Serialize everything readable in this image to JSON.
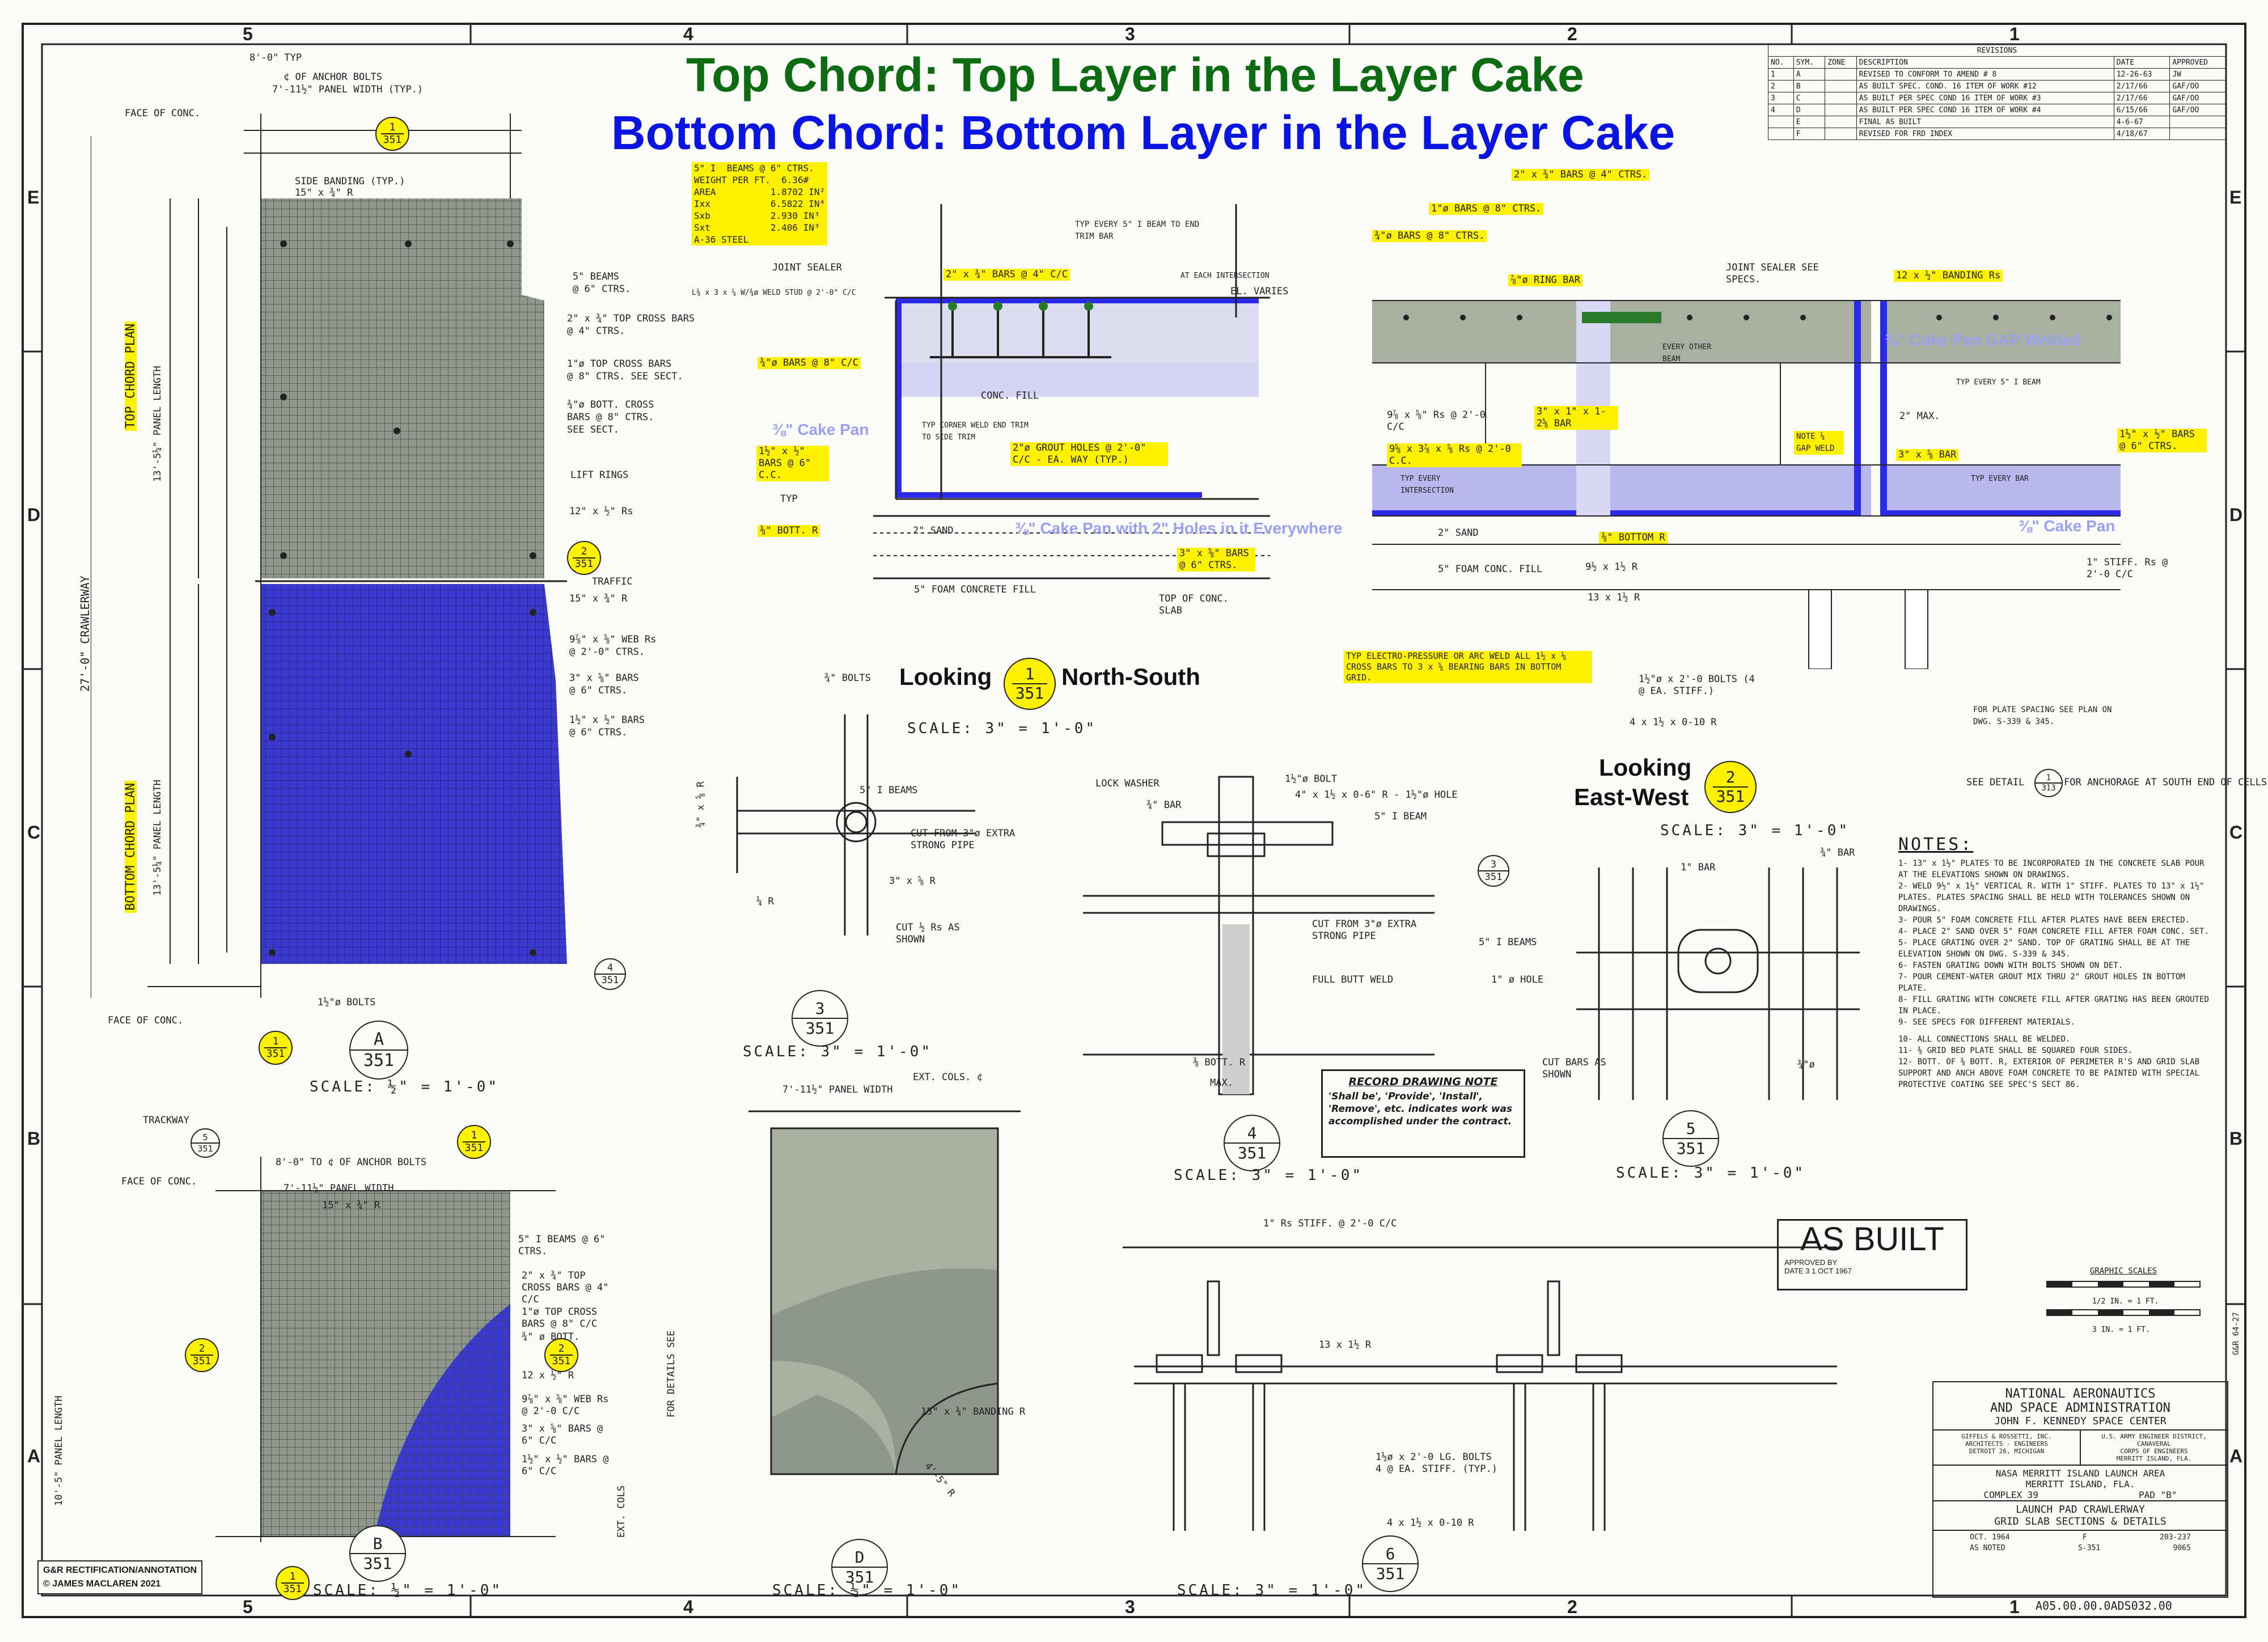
{
  "header": {
    "title_top": "Top Chord: Top Layer in the Layer Cake",
    "title_bottom": "Bottom Chord: Bottom Layer in the Layer Cake",
    "title_top_color": "#0d6b12",
    "title_bottom_color": "#0a14e0"
  },
  "zones": {
    "columns": [
      "5",
      "4",
      "3",
      "2",
      "1"
    ],
    "rows": [
      "E",
      "D",
      "C",
      "B",
      "A"
    ]
  },
  "revisions": {
    "title": "REVISIONS",
    "headers": [
      "NO.",
      "SYM.",
      "ZONE",
      "DESCRIPTION",
      "DATE",
      "APPROVED"
    ],
    "rows": [
      [
        "1",
        "A",
        "",
        "REVISED TO CONFORM TO AMEND # 8",
        "12-26-63",
        "JW"
      ],
      [
        "2",
        "B",
        "",
        "AS BUILT SPEC. COND. 16 ITEM OF WORK #12",
        "2/17/66",
        "GAF/OO"
      ],
      [
        "3",
        "C",
        "",
        "AS BUILT PER SPEC COND 16 ITEM OF WORK #3",
        "2/17/66",
        "GAF/OO"
      ],
      [
        "4",
        "D",
        "",
        "AS BUILT PER SPEC COND 16 ITEM OF WORK #4",
        "6/15/66",
        "GAF/OO"
      ],
      [
        "",
        "E",
        "",
        "FINAL AS BUILT",
        "4-6-67",
        ""
      ],
      [
        "",
        "F",
        "",
        "REVISED FOR FRD INDEX",
        "4/18/67",
        ""
      ]
    ]
  },
  "plan_a": {
    "dim_top": "8'-0\" TYP",
    "anchor": "¢ OF ANCHOR BOLTS",
    "panel_width": "7'-11½\" PANEL WIDTH (TYP.)",
    "face_conc": "FACE OF CONC.",
    "side_banding": "SIDE BANDING (TYP.)",
    "side_banding2": "15\" x ¾\" R",
    "top_label": "TOP CHORD PLAN",
    "bottom_label": "BOTTOM CHORD PLAN",
    "top_len": "13'-5¼\" PANEL LENGTH",
    "bottom_len": "13'-5¼\" PANEL LENGTH",
    "crawler": "27'-0\"  CRAWLERWAY",
    "notes": [
      "5\" BEAMS",
      "@ 6\" CTRS.",
      "2\" x ¾\" TOP CROSS BARS",
      "@ 4\" CTRS.",
      "1\"ø TOP CROSS BARS",
      "@ 8\" CTRS. SEE SECT.",
      "¾\"ø BOTT. CROSS",
      "BARS @ 8\" CTRS.",
      "SEE SECT.",
      "LIFT RINGS",
      "12\" x ½\" Rs"
    ],
    "traffic": "TRAFFIC",
    "traffic_plate": "15\" x ¾\" R",
    "bottom_notes": [
      "9⅞\" x ⅝\" WEB Rs",
      "@ 2'-0\" CTRS.",
      "3\" x ⅝\" BARS",
      "@ 6\" CTRS.",
      "1½\" x ½\" BARS",
      "@ 6\" CTRS."
    ],
    "bolts": "1½\"ø BOLTS",
    "face_conc_bottom": "FACE OF CONC.",
    "scale": "SCALE: ½\" = 1'-0\""
  },
  "section_1": {
    "beam_spec": [
      "5\" I  BEAMS @ 6\" CTRS.",
      "WEIGHT PER FT.  6.36#",
      "AREA          1.8702 IN²",
      "Ixx           6.5822 IN⁴",
      "Sxb           2.930 IN³",
      "Sxt           2.406 IN³",
      "A-36 STEEL"
    ],
    "labels": {
      "joint_sealer": "JOINT SEALER",
      "weld_stud": "L¾ x 3 x ¼ W/¾ø WELD STUD @ 2'-0\" C/C",
      "typ_every": "TYP EVERY 5\" I BEAM TO END TRIM BAR",
      "bars_4": "2\" x ¾\" BARS @ 4\" C/C",
      "each_intersection": "AT EACH INTERSECTION",
      "el_varies": "EL. VARIES",
      "bars_8": "¾\"ø BARS @ 8\" C/C",
      "conc_fill": "CONC. FILL",
      "corner_weld": "TYP CORNER WELD END TRIM TO SIDE TRIM",
      "cake_pan": "⅜\" Cake Pan",
      "grout_holes": "2\"ø GROUT HOLES @ 2'-0\" C/C - EA. WAY (TYP.)",
      "bars_half": "1½\" x ½\" BARS @ 6\" C.C.",
      "typ": "TYP",
      "bott_plate": "⅜\" BOTT. R",
      "sand": "2\" SAND",
      "cake_pan_holes": "⅜\" Cake Pan with 2\" Holes in it Everywhere",
      "bars_3x58": "3\" x ⅝\" BARS @ 6\" CTRS.",
      "foam": "5\" FOAM CONCRETE FILL",
      "top_slab": "TOP OF CONC. SLAB",
      "looking": "Looking",
      "direction": "North-South",
      "scale": "SCALE: 3\" = 1'-0\""
    }
  },
  "section_2": {
    "labels": {
      "bars_4": "2\" x ¾\" BARS @ 4\" CTRS.",
      "bars_1": "1\"ø BARS @ 8\" CTRS.",
      "bars_34": "¾\"ø BARS @ 8\" CTRS.",
      "ring_bar": "⅞\"ø RING BAR",
      "joint_sealer": "JOINT SEALER SEE SPECS.",
      "banding": "12 x ½\" BANDING Rs",
      "cake_pan_gap": "⅜\" Cake Pan GAP Welded",
      "every_other": "EVERY OTHER BEAM",
      "typ_every_beam": "TYP EVERY 5\" I BEAM",
      "web": "9⅞ x ⅝\" Rs @ 2'-0 C/C",
      "bar_3": "3\" x 1\" x 1-2⅝ BAR",
      "stiff": "9⅝ x 3⅞ x ⅝ Rs @ 2'-0 C.C.",
      "typ_every_int": "TYP EVERY INTERSECTION",
      "note_gap": "NOTE ¼ GAP WELD",
      "max": "2\" MAX.",
      "bars_3x58": "3\" x ⅝ BAR",
      "bars_half": "1½\" x ½\" BARS @ 6\" CTRS.",
      "typ_every_bar": "TYP EVERY BAR",
      "sand": "2\" SAND",
      "bott_plate": "⅜\" BOTTOM R",
      "cake_pan": "⅜\" Cake Pan",
      "foam": "5\" FOAM CONC. FILL",
      "stiff_rs": "1\" STIFF. Rs @ 2'-0 C/C",
      "plate_13": "13 x 1½ R",
      "plate_9": "9½ x 1½ R",
      "weld_note": "TYP ELECTRO-PRESSURE OR ARC WELD ALL 1½ x ⅛ CROSS BARS TO 3 x ⅝ BEARING BARS IN BOTTOM GRID.",
      "bolts": "1½\"ø x 2'-0 BOLTS (4 @ EA. STIFF.)",
      "plate_4": "4 x 1½ x 0-10 R",
      "plate_spacing": "FOR PLATE SPACING SEE PLAN ON DWG. S-339 & 345.",
      "anchorage": "SEE DETAIL",
      "anchorage2": "FOR ANCHORAGE AT SOUTH END OF CELLS.",
      "looking": "Looking",
      "direction": "East-West",
      "scale": "SCALE: 3\" = 1'-0\""
    }
  },
  "detail_3": {
    "labels": [
      "¾\" BOLTS",
      "5\" I BEAMS",
      "CUT FROM 3\"ø EXTRA STRONG PIPE",
      "3\" x ⅝ R",
      "CUT ½ Rs AS SHOWN",
      "¼ R",
      "¾\" x ⅝ R"
    ],
    "scale": "SCALE: 3\" = 1'-0\""
  },
  "detail_4": {
    "labels": [
      "LOCK WASHER",
      "¾\" BAR",
      "1½\"ø BOLT",
      "4\" x 1½ x 0-6\" R - 1½\"ø HOLE",
      "5\" I BEAM",
      "CUT FROM 3\"ø EXTRA STRONG PIPE",
      "FULL BUTT WELD",
      "⅜ BOTT. R",
      "MAX."
    ],
    "scale": "SCALE: 3\" = 1'-0\""
  },
  "detail_5": {
    "labels": [
      "¾\" BAR",
      "1\" BAR",
      "5\" I BEAMS",
      "1\" ø HOLE",
      "CUT BARS AS SHOWN",
      "¾\"ø"
    ],
    "scale": "SCALE: 3\" = 1'-0\""
  },
  "detail_6": {
    "labels": [
      "1\" Rs STIFF. @ 2'-0 C/C",
      "13 x 1½ R",
      "1½ø x 2'-0 LG. BOLTS 4 @ EA. STIFF. (TYP.)",
      "4 x 1½ x 0-10 R"
    ],
    "scale": "SCALE: 3\" = 1'-0\""
  },
  "plan_b": {
    "trackway": "TRACKWAY",
    "anchor": "8'-0\" TO ¢ OF ANCHOR BOLTS",
    "panel_width": "7'-11½\" PANEL WIDTH",
    "plate": "15\" x ¾\" R",
    "face_conc": "FACE OF CONC.",
    "notes": [
      "5\" I BEAMS @ 6\" CTRS.",
      "2\" x ¾\" TOP CROSS BARS @ 4\" C/C",
      "1\"ø TOP CROSS BARS @ 8\" C/C",
      "¾\" ø BOTT.",
      "12 x ½\" R",
      "9⅞\" x ⅝\" WEB Rs @ 2'-0 C/C",
      "3\" x ⅝\" BARS @ 6\" C/C",
      "1½\" x ½\" BARS @ 6\" C/C"
    ],
    "panel_len": "10'-5\" PANEL LENGTH",
    "scale": "SCALE: ½\" = 1'-0\""
  },
  "plan_d": {
    "ext_cols": "EXT. COLS. ¢",
    "panel_width": "7'-11½\" PANEL WIDTH",
    "banding": "15\" x ¾\" BANDING R",
    "for_details": "FOR DETAILS SEE",
    "ext_cols2": "EXT. COLS",
    "radius": "4'-5\" R",
    "scale": "SCALE: ½\" = 1'-0\""
  },
  "record_note": {
    "title": "RECORD DRAWING NOTE",
    "body": "'Shall be', 'Provide', 'Install', 'Remove', etc. indicates work was accomplished under the contract."
  },
  "notes": {
    "title": "NOTES:",
    "items": [
      "1- 13\" x 1½\" PLATES TO BE INCORPORATED IN THE CONCRETE SLAB POUR AT THE ELEVATIONS SHOWN ON DRAWINGS.",
      "2- WELD 9½\" x 1½\" VERTICAL R. WITH 1\" STIFF. PLATES TO 13\" x 1½\" PLATES. PLATES SPACING SHALL BE HELD WITH TOLERANCES SHOWN ON DRAWINGS.",
      "3- POUR 5\" FOAM CONCRETE FILL AFTER PLATES HAVE BEEN ERECTED.",
      "4- PLACE 2\" SAND OVER 5\" FOAM CONCRETE FILL AFTER FOAM CONC. SET.",
      "5- PLACE GRATING OVER 2\" SAND. TOP OF GRATING SHALL BE AT THE ELEVATION SHOWN ON DWG. S-339 & 345.",
      "6- FASTEN GRATING DOWN WITH BOLTS SHOWN ON DET.",
      "7- POUR CEMENT-WATER GROUT MIX THRU 2\" GROUT HOLES IN BOTTOM PLATE.",
      "8- FILL GRATING WITH CONCRETE FILL AFTER GRATING HAS BEEN GROUTED IN PLACE.",
      "9- SEE SPECS FOR DIFFERENT MATERIALS.",
      "10- ALL CONNECTIONS SHALL BE WELDED.",
      "11- ⅜ GRID BED PLATE SHALL BE SQUARED FOUR SIDES.",
      "12- BOTT. OF ⅜ BOTT. R, EXTERIOR OF PERIMETER R'S AND GRID SLAB SUPPORT AND ANCH ABOVE FOAM CONCRETE TO BE PAINTED WITH SPECIAL PROTECTIVE COATING SEE SPEC'S SECT 86."
    ]
  },
  "as_built": {
    "text": "AS BUILT",
    "approved": "APPROVED BY",
    "date_label": "DATE",
    "date": "3 1 OCT 1967"
  },
  "graphic_scales": {
    "title": "GRAPHIC SCALES",
    "s1": "1/2 IN. = 1 FT.",
    "s2": "3 IN. = 1 FT."
  },
  "title_block": {
    "agency1": "NATIONAL AERONAUTICS",
    "agency2": "AND SPACE ADMINISTRATION",
    "center": "JOHN F. KENNEDY SPACE CENTER",
    "firm1": "GIFFELS & ROSSETTI, INC.",
    "firm2": "ARCHITECTS - ENGINEERS",
    "firm3": "DETROIT 26, MICHIGAN",
    "corps1": "U.S. ARMY ENGINEER DISTRICT, CANAVERAL",
    "corps2": "CORPS OF ENGINEERS",
    "corps3": "MERRITT ISLAND, FLA.",
    "project1": "NASA MERRITT ISLAND LAUNCH AREA",
    "project2": "MERRITT ISLAND, FLA.",
    "complex": "COMPLEX 39",
    "pad": "PAD \"B\"",
    "drawing1": "LAUNCH PAD CRAWLERWAY",
    "drawing2": "GRID SLAB SECTIONS & DETAILS",
    "scale": "AS NOTED",
    "gr_no": "S-351",
    "sheet": "9065",
    "file": "203-237",
    "size": "F",
    "dated": "OCT. 1964",
    "index": "A05.00.00.0ADS032.00",
    "side_tag": "G&R 64-27"
  },
  "credit": {
    "line1": "G&R RECTIFICATION/ANNOTATION",
    "line2": "© JAMES MACLAREN 2021"
  },
  "bubbles": {
    "sec_1_num": "1",
    "sec_1_sheet": "351",
    "sec_2_num": "2",
    "sec_2_sheet": "351",
    "det_3_num": "3",
    "det_3_sheet": "351",
    "det_4_num": "4",
    "det_4_sheet": "351",
    "det_5_num": "5",
    "det_5_sheet": "351",
    "det_6_num": "6",
    "det_6_sheet": "351",
    "plan_a": "A",
    "plan_b": "B",
    "plan_d": "D",
    "sheet": "351",
    "ref_313": "313"
  },
  "colors": {
    "highlight": "#fff200",
    "top_chord_fill": "#8e988a",
    "bottom_chord_fill": "#3a3ad0",
    "cake_pan_fill": "#c8c8f0",
    "cake_pan_line": "#2a2ae8"
  }
}
